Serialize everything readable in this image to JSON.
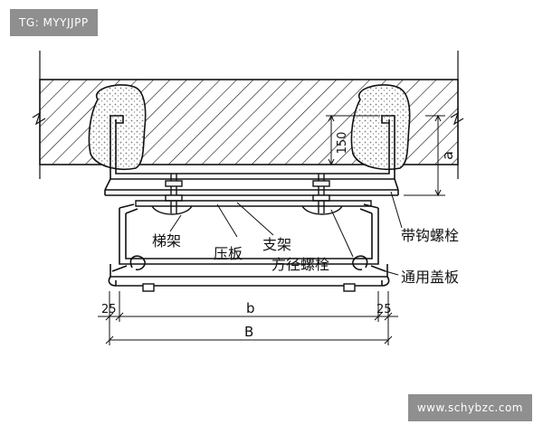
{
  "watermarks": {
    "top_left": "TG: MYYJJPP",
    "bottom_right": "www.schybzc.com"
  },
  "labels": {
    "ladder_frame": "梯架",
    "pressure_plate": "压板",
    "support": "支架",
    "square_neck_bolt": "方径螺栓",
    "hook_bolt": "带钩螺栓",
    "general_cover": "通用盖板"
  },
  "dimensions": {
    "embed_depth": "150",
    "height_symbol": "a",
    "edge_left": "25",
    "edge_right": "25",
    "inner_width": "b",
    "overall_width": "B"
  },
  "colors": {
    "line": "#111111",
    "badge_bg": "#8f8f8f",
    "badge_text": "#ffffff"
  }
}
